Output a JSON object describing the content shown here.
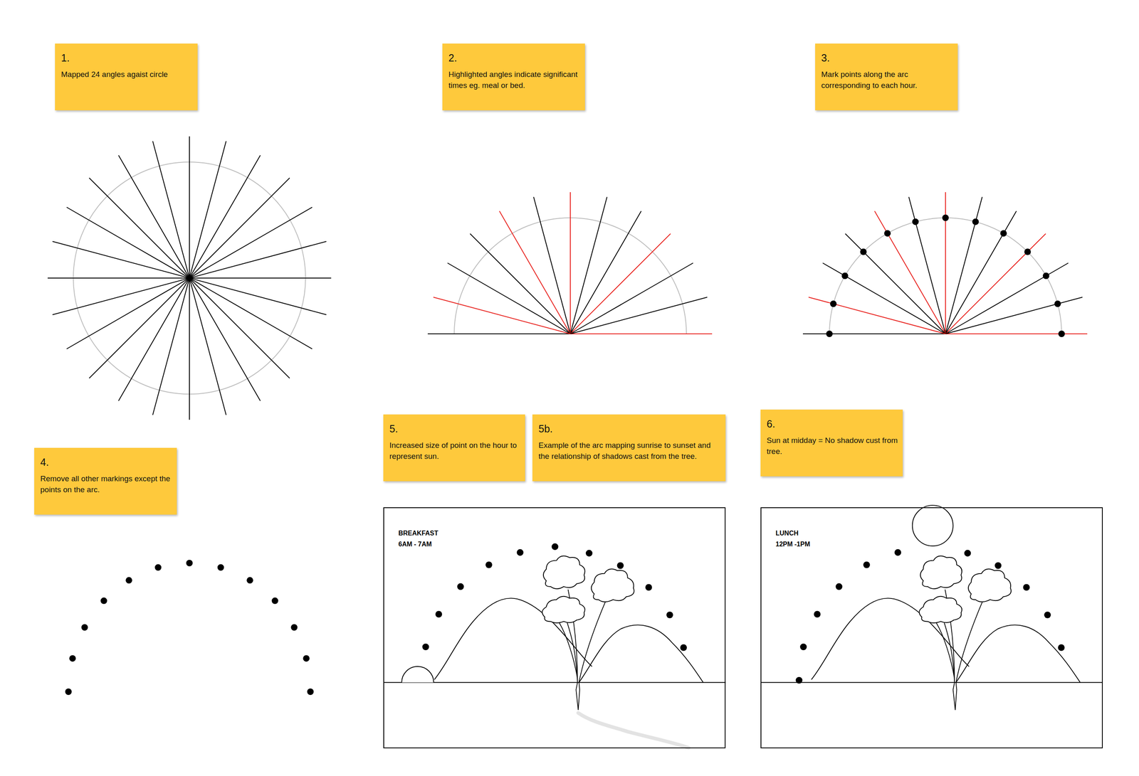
{
  "diagram": {
    "nodes": [
      {
        "text": [
          "1.",
          "Mapped 24 angles agaist circle"
        ]
      },
      {
        "text": [
          "2.",
          "Highlighted angles indicate significant times eg. meal or bed."
        ]
      },
      {
        "text": [
          "3.",
          "Mark points along the arc corresponding to each hour."
        ]
      },
      {
        "text": [
          "4.",
          "Remove all other markings except the points on the arc."
        ]
      },
      {
        "text": [
          "5.",
          "Increased size of point on the hour to represent sun."
        ]
      },
      {
        "text": [
          "5b.",
          "Example of the arc mapping sunrise to sunset and the relationship of shadows cast from the tree."
        ]
      },
      {
        "text": [
          "6.",
          "Sun at midday = No shadow cust from tree."
        ]
      },
      {
        "text": [
          "BREAKFAST",
          "6AM - 7AM"
        ]
      },
      {
        "text": [
          "LUNCH",
          "12PM -1PM"
        ]
      }
    ]
  }
}
